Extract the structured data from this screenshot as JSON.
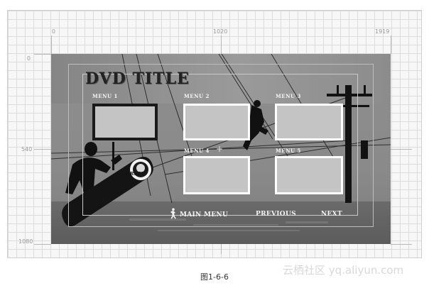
{
  "rulers": {
    "top": [
      "0",
      "1020",
      "1919"
    ],
    "left": [
      "0",
      "540",
      "1080"
    ]
  },
  "dvd_menu": {
    "title": "DVD TITLE",
    "items": [
      {
        "label": "MENU 1",
        "selected": true
      },
      {
        "label": "MENU 2",
        "selected": false
      },
      {
        "label": "MENU 3",
        "selected": false
      },
      {
        "label": "MENU 4",
        "selected": false
      },
      {
        "label": "MENU 5",
        "selected": false
      }
    ],
    "nav": {
      "main_menu": "MAIN MENU",
      "previous": "PREVIOUS",
      "next": "NEXT"
    },
    "badge_text": "CRAZY"
  },
  "caption": "图1-6-6",
  "watermark": "云栖社区 yq.aliyun.com"
}
